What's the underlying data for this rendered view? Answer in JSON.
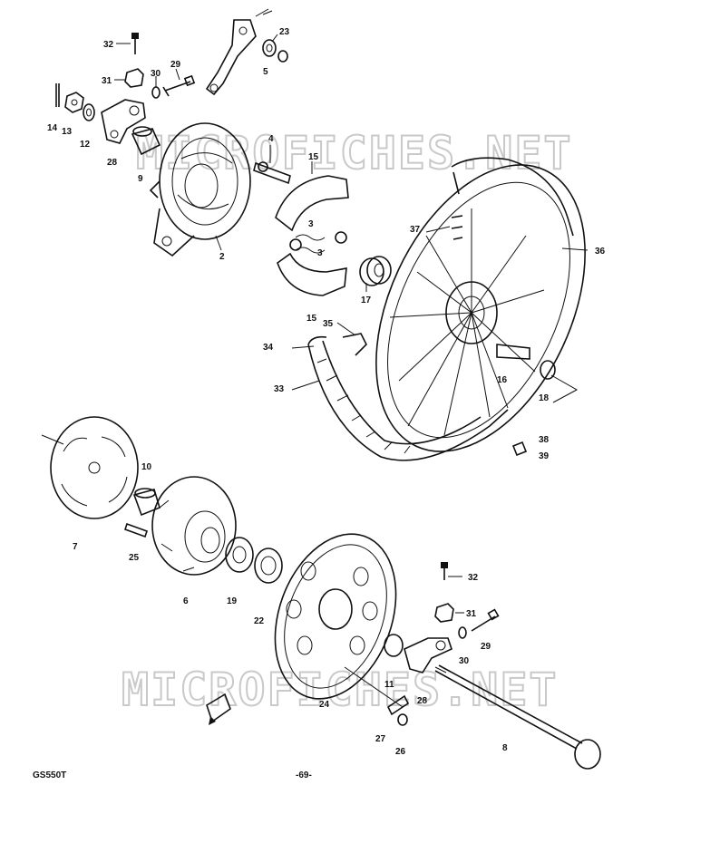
{
  "watermarks": [
    "MICROFICHES.NET",
    "MICROFICHES.NET"
  ],
  "footer": {
    "model": "GS550T",
    "page": "-69-"
  },
  "callouts": [
    {
      "id": "c1",
      "text": "32"
    },
    {
      "id": "c2",
      "text": "23"
    },
    {
      "id": "c3",
      "text": "5"
    },
    {
      "id": "c4",
      "text": "29"
    },
    {
      "id": "c5",
      "text": "30"
    },
    {
      "id": "c6",
      "text": "31"
    },
    {
      "id": "c7",
      "text": "14"
    },
    {
      "id": "c8",
      "text": "13"
    },
    {
      "id": "c9",
      "text": "12"
    },
    {
      "id": "c10",
      "text": "28"
    },
    {
      "id": "c11",
      "text": "9"
    },
    {
      "id": "c12",
      "text": "4"
    },
    {
      "id": "c13",
      "text": "15"
    },
    {
      "id": "c14",
      "text": "2"
    },
    {
      "id": "c15",
      "text": "3"
    },
    {
      "id": "c16",
      "text": "3"
    },
    {
      "id": "c17",
      "text": "15"
    },
    {
      "id": "c18",
      "text": "17"
    },
    {
      "id": "c19",
      "text": "37"
    },
    {
      "id": "c20",
      "text": "36"
    },
    {
      "id": "c21",
      "text": "35"
    },
    {
      "id": "c22",
      "text": "34"
    },
    {
      "id": "c23",
      "text": "33"
    },
    {
      "id": "c24",
      "text": "16"
    },
    {
      "id": "c25",
      "text": "18"
    },
    {
      "id": "c26",
      "text": "38"
    },
    {
      "id": "c27",
      "text": "39"
    },
    {
      "id": "c28",
      "text": "10"
    },
    {
      "id": "c29",
      "text": "7"
    },
    {
      "id": "c30",
      "text": "25"
    },
    {
      "id": "c31",
      "text": "6"
    },
    {
      "id": "c32",
      "text": "19"
    },
    {
      "id": "c33",
      "text": "22"
    },
    {
      "id": "c34",
      "text": "32"
    },
    {
      "id": "c35",
      "text": "31"
    },
    {
      "id": "c36",
      "text": "29"
    },
    {
      "id": "c37",
      "text": "30"
    },
    {
      "id": "c38",
      "text": "11"
    },
    {
      "id": "c39",
      "text": "24"
    },
    {
      "id": "c40",
      "text": "28"
    },
    {
      "id": "c41",
      "text": "27"
    },
    {
      "id": "c42",
      "text": "26"
    },
    {
      "id": "c43",
      "text": "8"
    }
  ]
}
